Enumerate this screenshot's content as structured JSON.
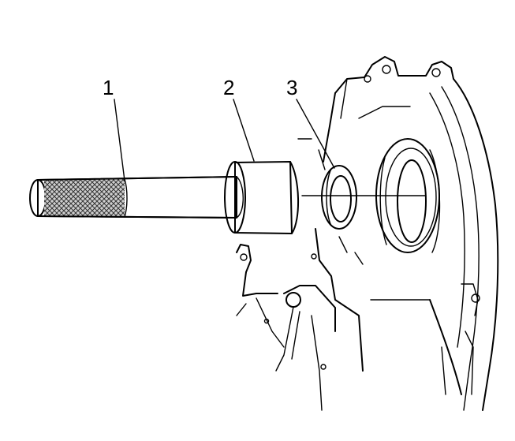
{
  "callouts": [
    {
      "id": "1",
      "label": "1"
    },
    {
      "id": "2",
      "label": "2"
    },
    {
      "id": "3",
      "label": "3"
    }
  ],
  "colors": {
    "line": "#000000",
    "background": "#ffffff",
    "stipple": "#bdbdbd",
    "knurl": "#7a7a7a"
  }
}
